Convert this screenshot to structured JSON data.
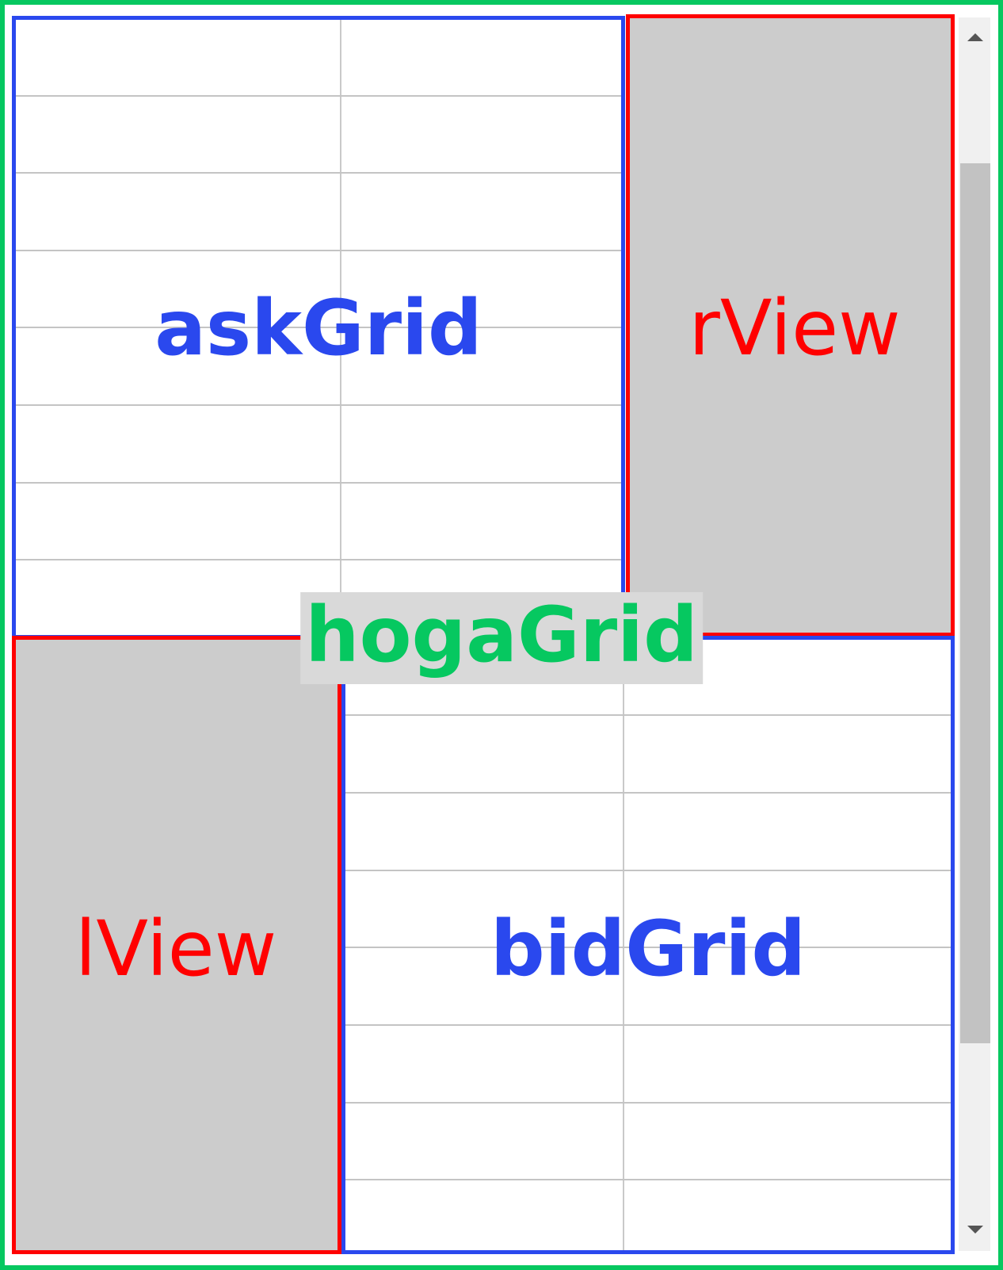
{
  "labels": {
    "ask_grid": "askGrid",
    "r_view": "rView",
    "hoga_grid": "hogaGrid",
    "l_view": "lView",
    "bid_grid": "bidGrid"
  },
  "colors": {
    "grid_border": "#2a48ee",
    "view_border": "#ff0000",
    "outer_border": "#06c860",
    "view_fill": "#cccccc",
    "cell_line": "#c4c4c4"
  },
  "icons": {
    "scroll_up": "triangle-up-icon",
    "scroll_down": "triangle-down-icon"
  }
}
